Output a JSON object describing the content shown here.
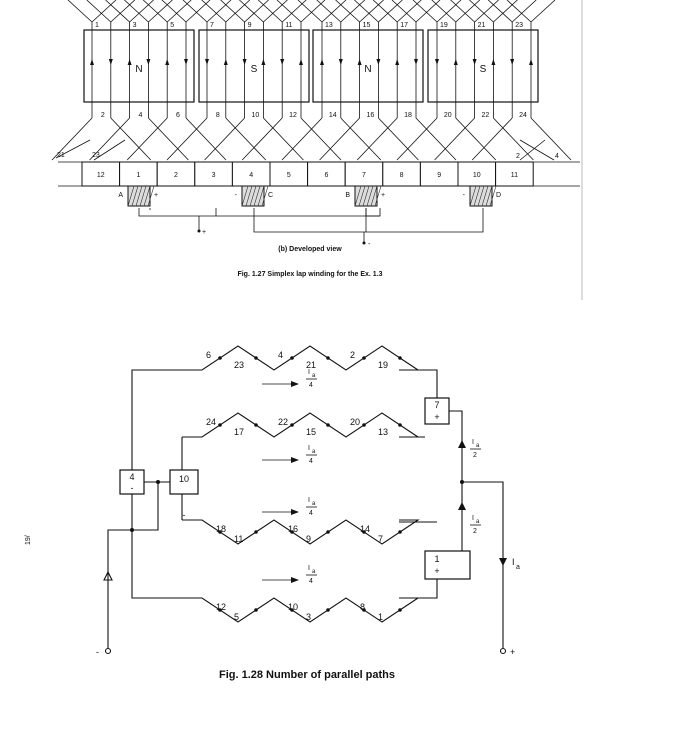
{
  "fig127": {
    "top_numbers": [
      "1",
      "3",
      "5",
      "7",
      "9",
      "11",
      "13",
      "15",
      "17",
      "19",
      "21",
      "23"
    ],
    "poles": [
      "N",
      "S",
      "N",
      "S"
    ],
    "bottom_numbers": [
      "2",
      "4",
      "6",
      "8",
      "10",
      "12",
      "14",
      "16",
      "18",
      "20",
      "22",
      "24"
    ],
    "end_labels": {
      "left_a": "21",
      "left_b": "23",
      "right_a": "2",
      "right_b": "4"
    },
    "segments": [
      "12",
      "1",
      "2",
      "3",
      "4",
      "5",
      "6",
      "7",
      "8",
      "9",
      "10",
      "11"
    ],
    "brushes": [
      {
        "label": "A",
        "sign": "+"
      },
      {
        "label": "C",
        "sign": "-"
      },
      {
        "label": "B",
        "sign": "+"
      },
      {
        "label": "D",
        "sign": "-"
      }
    ],
    "terminal_plus": "+",
    "terminal_minus": "-",
    "subcaption": "(b) Developed view",
    "caption": "Fig. 1.27 Simplex lap winding for the Ex. 1.3"
  },
  "fig128": {
    "boxes": [
      {
        "id": "4",
        "sign": "-"
      },
      {
        "id": "10",
        "sign": "-"
      },
      {
        "id": "7",
        "sign": "+"
      },
      {
        "id": "1",
        "sign": "+"
      }
    ],
    "paths": [
      {
        "upper": [
          "6",
          "4",
          "2"
        ],
        "lower": [
          "23",
          "21",
          "19"
        ]
      },
      {
        "upper": [
          "24",
          "22",
          "20"
        ],
        "lower": [
          "17",
          "15",
          "13"
        ]
      },
      {
        "upper": [
          "18",
          "16",
          "14"
        ],
        "lower": [
          "11",
          "9",
          "7"
        ]
      },
      {
        "upper": [
          "12",
          "10",
          "8"
        ],
        "lower": [
          "5",
          "3",
          "1"
        ]
      }
    ],
    "path_current": {
      "num": "I",
      "sub": "a",
      "den": "4"
    },
    "branch_current": {
      "num": "I",
      "sub": "a",
      "den": "2"
    },
    "line_current": {
      "sym": "I",
      "sub": "a"
    },
    "terminal_minus": "-",
    "terminal_plus": "+",
    "caption": "Fig. 1.28 Number of parallel paths"
  },
  "margin_mark": "19/"
}
